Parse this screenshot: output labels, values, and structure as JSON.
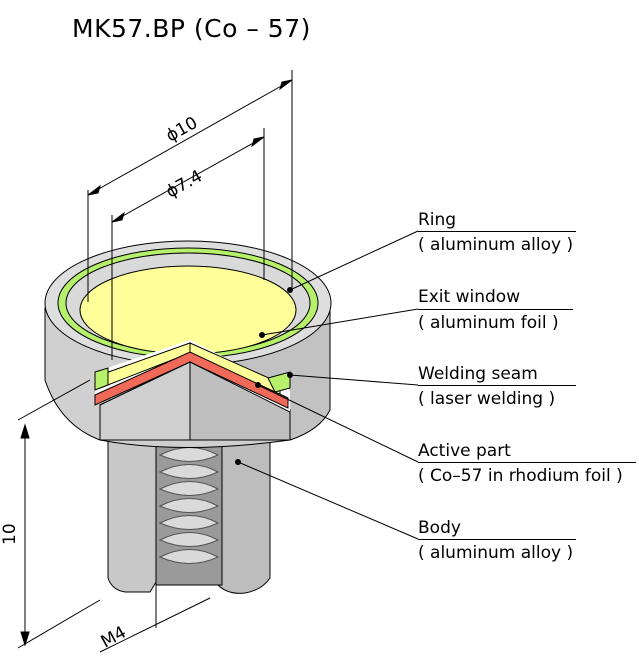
{
  "title": "MK57.BP (Co – 57)",
  "dimensions": {
    "outer_diameter": "ϕ10",
    "window_diameter": "ϕ7.4",
    "height": "10",
    "thread": "M4"
  },
  "callouts": [
    {
      "name": "Ring",
      "detail": "( aluminum alloy )"
    },
    {
      "name": "Exit window",
      "detail": "( aluminum foil )"
    },
    {
      "name": "Welding seam",
      "detail": "( laser welding )"
    },
    {
      "name": "Active part",
      "detail": "( Co–57 in rhodium foil )"
    },
    {
      "name": "Body",
      "detail": "( aluminum alloy )"
    }
  ],
  "colors": {
    "body_light": "#d6d6d6",
    "body_mid": "#c4c4c4",
    "body_dark": "#adadad",
    "window": "#ffff99",
    "ring_green": "#b7f06a",
    "active_red": "#f06a5a",
    "outline": "#000000"
  }
}
